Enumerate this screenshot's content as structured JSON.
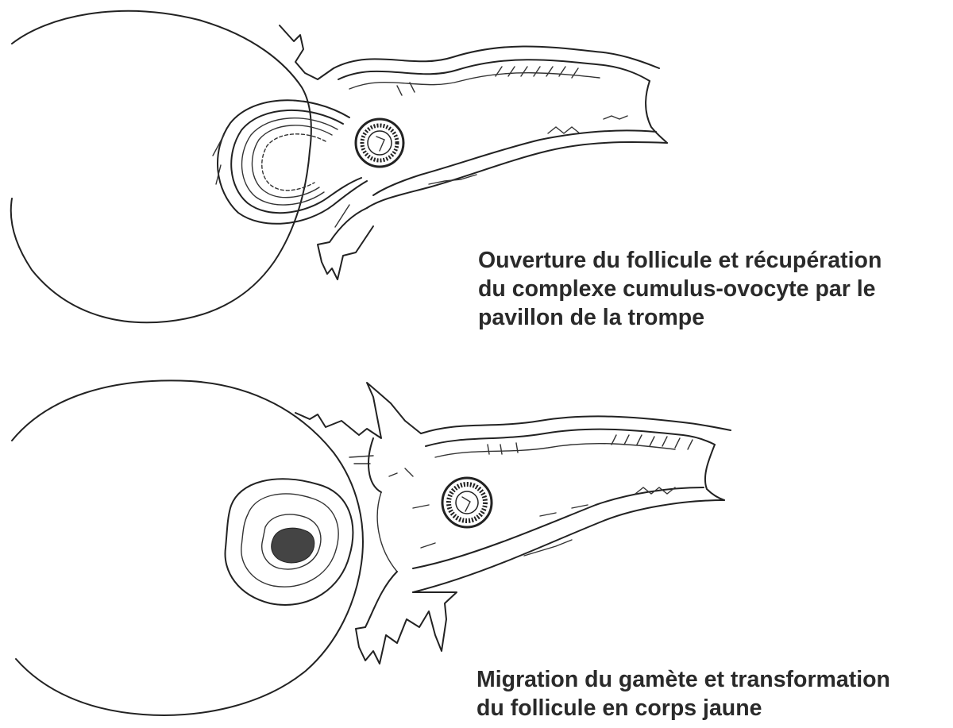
{
  "captions": {
    "top": {
      "lines": [
        "Ouverture du follicule et récupération",
        "du complexe cumulus-ovocyte par le",
        "pavillon de la trompe"
      ]
    },
    "bottom": {
      "lines": [
        "Migration du gamète et transformation",
        "du follicule en corps jaune"
      ]
    }
  },
  "colors": {
    "ink": "#222222",
    "background": "#ffffff"
  }
}
